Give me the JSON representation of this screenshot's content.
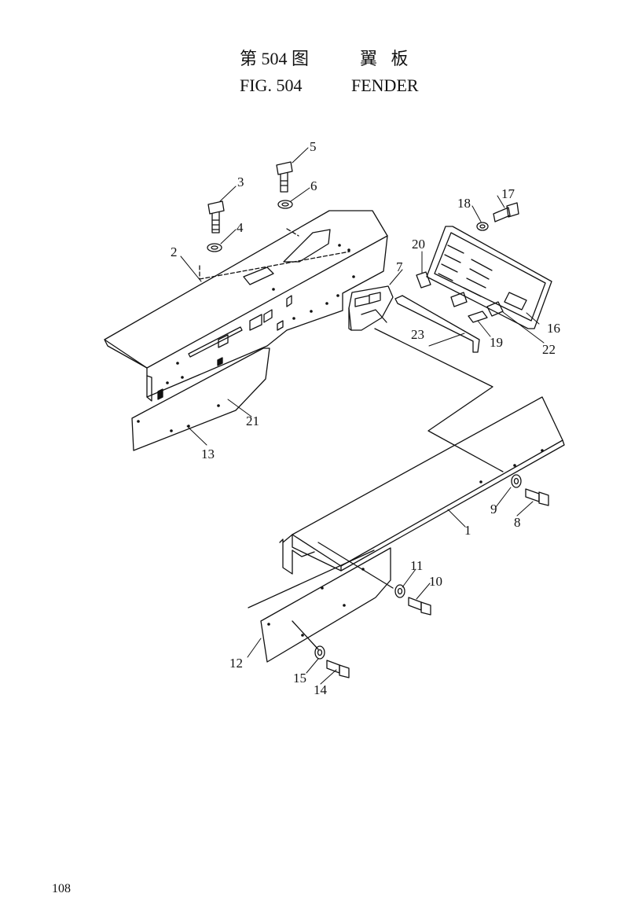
{
  "header": {
    "cn_fig": "第 504 图",
    "cn_name": "翼 板",
    "en_fig": "FIG. 504",
    "en_name": "FENDER"
  },
  "callouts": [
    "1",
    "2",
    "3",
    "4",
    "5",
    "6",
    "7",
    "8",
    "9",
    "10",
    "11",
    "12",
    "13",
    "14",
    "15",
    "16",
    "17",
    "18",
    "19",
    "20",
    "21",
    "22",
    "23"
  ],
  "page_number": "108"
}
